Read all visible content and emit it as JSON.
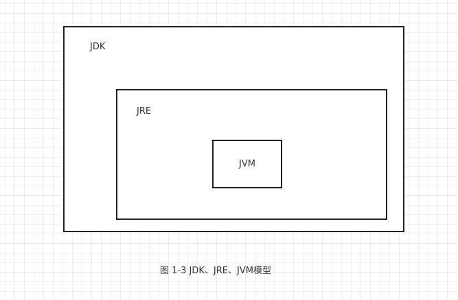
{
  "diagram": {
    "outer_box": {
      "label": "JDK"
    },
    "middle_box": {
      "label": "JRE"
    },
    "inner_box": {
      "label": "JVM"
    },
    "caption": "图 1-3 JDK、JRE、JVM模型"
  }
}
